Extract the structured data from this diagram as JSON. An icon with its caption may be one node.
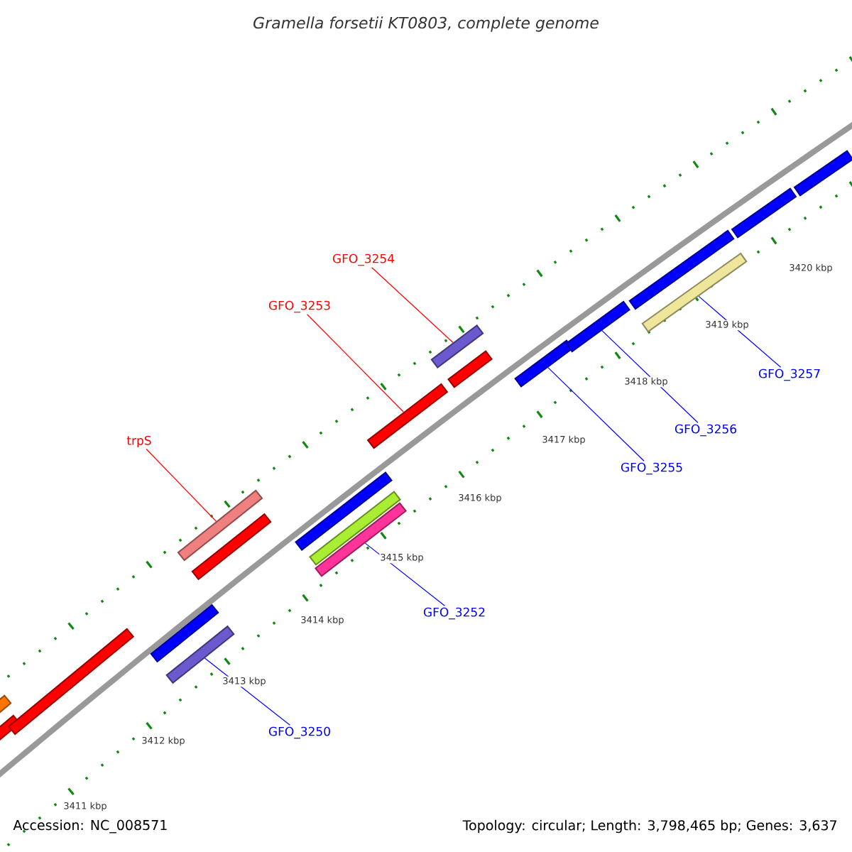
{
  "diagram": {
    "title": "Gramella forsetii KT0803, complete genome",
    "nodes": [
      {
        "text": [
          "GFO_3254"
        ]
      },
      {
        "text": [
          "GFO_3253"
        ]
      },
      {
        "text": [
          "trpS"
        ]
      },
      {
        "text": [
          "GFO_3252"
        ]
      },
      {
        "text": [
          "GFO_3250"
        ]
      },
      {
        "text": [
          "GFO_3255"
        ]
      },
      {
        "text": [
          "GFO_3256"
        ]
      },
      {
        "text": [
          "GFO_3257"
        ]
      },
      {
        "text": [],
        "shape": "bar"
      },
      {
        "text": [],
        "shape": "bar"
      },
      {
        "text": [],
        "shape": "bar"
      },
      {
        "text": [],
        "shape": "bar"
      },
      {
        "text": [],
        "shape": "bar"
      },
      {
        "text": [],
        "shape": "bar"
      },
      {
        "text": [],
        "shape": "bar"
      },
      {
        "text": [],
        "shape": "bar"
      },
      {
        "text": [],
        "shape": "bar"
      },
      {
        "text": [],
        "shape": "bar"
      },
      {
        "text": [],
        "shape": "bar"
      },
      {
        "text": [],
        "shape": "bar"
      },
      {
        "text": [],
        "shape": "bar"
      },
      {
        "text": [],
        "shape": "bar"
      },
      {
        "text": [],
        "shape": "bar"
      },
      {
        "text": [],
        "shape": "bar"
      },
      {
        "text": [],
        "shape": "bar"
      },
      {
        "text": [],
        "shape": "bar"
      },
      {
        "text": [],
        "shape": "bar"
      }
    ],
    "edges": [
      {
        "from": 0,
        "to": 19,
        "arrow": "none",
        "color": "#ff0000"
      },
      {
        "from": 1,
        "to": 18,
        "arrow": "none",
        "color": "#ff0000"
      },
      {
        "from": 2,
        "to": 13,
        "arrow": "none",
        "color": "#ff0000"
      },
      {
        "from": 3,
        "to": 17,
        "arrow": "none"
      },
      {
        "from": 4,
        "to": 12,
        "arrow": "none"
      },
      {
        "from": 5,
        "to": 21,
        "arrow": "none"
      },
      {
        "from": 6,
        "to": 22,
        "arrow": "none"
      },
      {
        "from": 7,
        "to": 24,
        "arrow": "none"
      }
    ],
    "labels": [
      "3420 kbp",
      "3419 kbp",
      "3418 kbp",
      "3417 kbp",
      "3416 kbp",
      "3415 kbp",
      "3414 kbp",
      "3413 kbp",
      "3412 kbp",
      "3411 kbp",
      "Accession: NC_008571",
      "Topology: circular; Length: 3,798,465 bp; Genes: 3,637"
    ]
  }
}
